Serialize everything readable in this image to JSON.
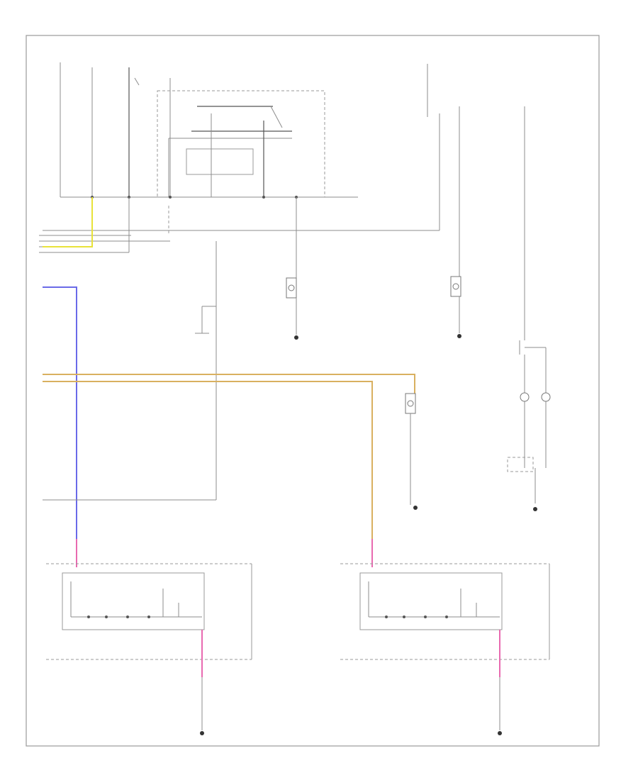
{
  "diagram": {
    "footer_code": "",
    "colors": {
      "yellow": "#e8e23a",
      "blue": "#6a6ae8",
      "tan": "#d9b060",
      "pink": "#e86ab0",
      "line": "#8c8c8c",
      "dark": "#555555"
    },
    "wire_colors": [
      "yellow",
      "blue",
      "tan",
      "pink"
    ],
    "components": [
      "fuse-1",
      "fuse-2",
      "fuse-3",
      "relay-box",
      "dimmer-unit",
      "switch-upper-right",
      "bulb-left-license",
      "bulb-right-license",
      "bulb-center-left",
      "bulb-center-right",
      "bulb-left-lamp",
      "bulb-right-lamp",
      "left-lamp-assembly",
      "right-lamp-assembly",
      "ground-1",
      "ground-2",
      "ground-3",
      "ground-4",
      "ground-5",
      "ground-6",
      "ground-7"
    ]
  }
}
